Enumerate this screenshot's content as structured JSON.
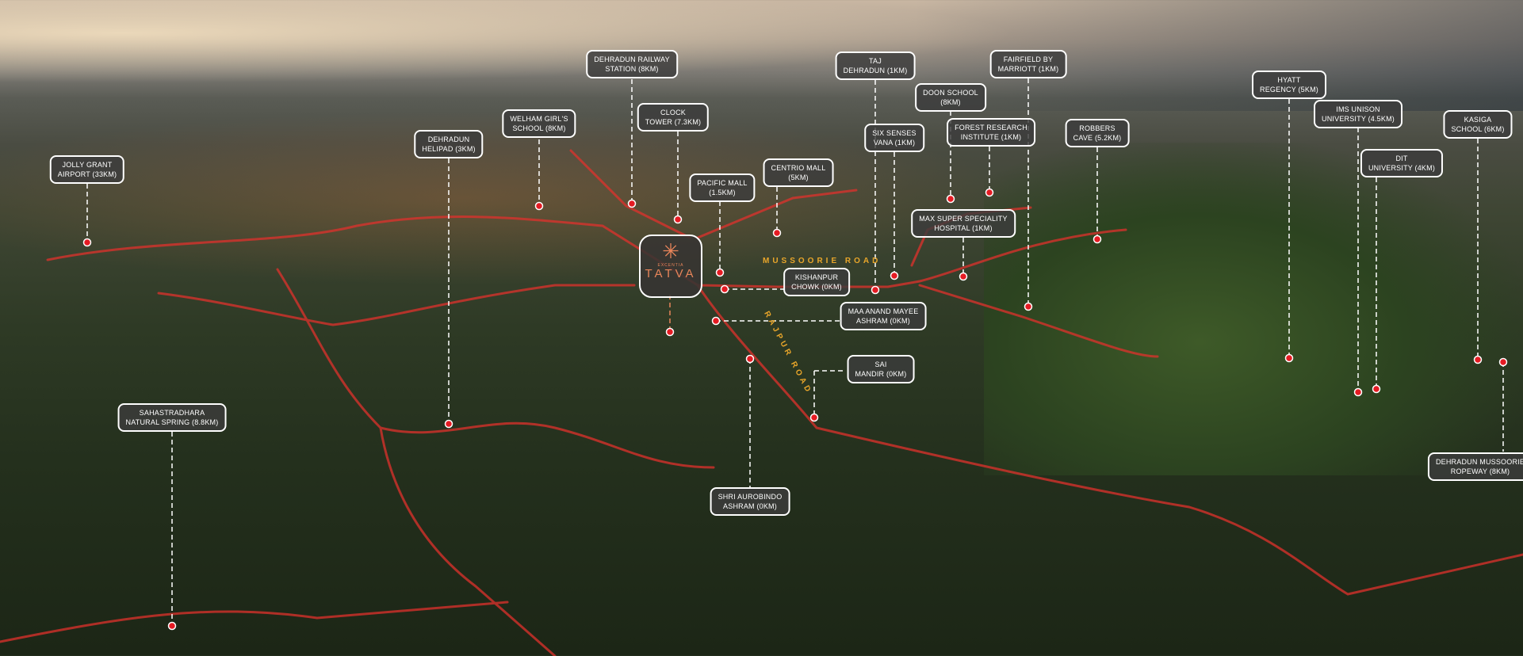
{
  "project": {
    "brand": "EXCENTIA",
    "name": "TATVA"
  },
  "roads": {
    "mussoorie": "MUSSOORIE ROAD",
    "rajpur": "RAJPUR ROAD"
  },
  "colors": {
    "route": "#e0312c",
    "marker": "#e51b23",
    "road_label": "#e9a62a"
  },
  "labels": [
    {
      "l1": "Jolly Grant",
      "l2": "Airport (33KM)"
    },
    {
      "l1": "Dehradun",
      "l2": "Helipad (3KM)"
    },
    {
      "l1": "Welham Girl's",
      "l2": "School (8KM)"
    },
    {
      "l1": "Dehradun Railway",
      "l2": "Station (8KM)"
    },
    {
      "l1": "Clock",
      "l2": "Tower (7.3KM)"
    },
    {
      "l1": "Pacific Mall",
      "l2": "(1.5KM)"
    },
    {
      "l1": "Centrio Mall",
      "l2": "(5KM)"
    },
    {
      "l1": "Taj",
      "l2": "Dehradun (1KM)"
    },
    {
      "l1": "Doon School",
      "l2": "(8KM)"
    },
    {
      "l1": "Six Senses",
      "l2": "Vana (1KM)"
    },
    {
      "l1": "Forest Research",
      "l2": "Institute (1KM)"
    },
    {
      "l1": "Fairfield by",
      "l2": "Marriott (1KM)"
    },
    {
      "l1": "Max Super Speciality",
      "l2": "Hospital (1KM)"
    },
    {
      "l1": "Robbers",
      "l2": "Cave (5.2KM)"
    },
    {
      "l1": "Hyatt",
      "l2": "Regency (5KM)"
    },
    {
      "l1": "IMS Unison",
      "l2": "University (4.5KM)"
    },
    {
      "l1": "DIT",
      "l2": "University (4KM)"
    },
    {
      "l1": "Kasiga",
      "l2": "School (6KM)"
    },
    {
      "l1": "Dehradun Mussoorie",
      "l2": "Ropeway (8KM)"
    },
    {
      "l1": "Sahastradhara",
      "l2": "Natural Spring (8.8KM)"
    },
    {
      "l1": "Shri Aurobindo",
      "l2": "Ashram (0KM)"
    },
    {
      "l1": "Kishanpur",
      "l2": "Chowk (0KM)"
    },
    {
      "l1": "Maa Anand Mayee",
      "l2": "Ashram (0KM)"
    },
    {
      "l1": "Sai",
      "l2": "Mandir (0KM)"
    }
  ]
}
